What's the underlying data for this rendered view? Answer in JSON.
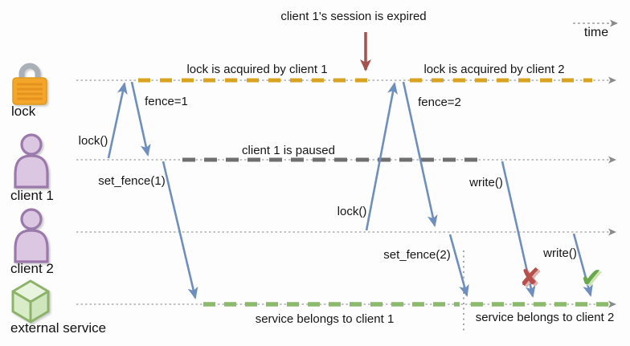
{
  "annotation": {
    "session_expired": "client 1's session is expired"
  },
  "axis": {
    "time_label": "time"
  },
  "lanes": [
    {
      "label": "lock",
      "segment1": "lock is acquired by client 1",
      "segment2": "lock is acquired by client 2"
    },
    {
      "label": "client 1",
      "segment1": "client 1 is paused"
    },
    {
      "label": "client 2"
    },
    {
      "label": "external service",
      "segment1": "service belongs to client 1",
      "segment2": "service belongs to client 2"
    }
  ],
  "messages": {
    "lock1": "lock()",
    "fence1": "fence=1",
    "set_fence1": "set_fence(1)",
    "lock2": "lock()",
    "fence2": "fence=2",
    "set_fence2": "set_fence(2)",
    "write1": "write()",
    "write2": "write()"
  },
  "marks": {
    "fail": "✘",
    "success": "✔"
  },
  "colors": {
    "timeline": "#9e9e9e",
    "lock_acquired": "#d7a321",
    "paused": "#6f6f6f",
    "service_owned": "#8cba6c",
    "message_arrow": "#6e8fbe",
    "expiry_arrow": "#a5524f",
    "fail_mark": "#b5504d",
    "success_mark": "#69a84e"
  }
}
